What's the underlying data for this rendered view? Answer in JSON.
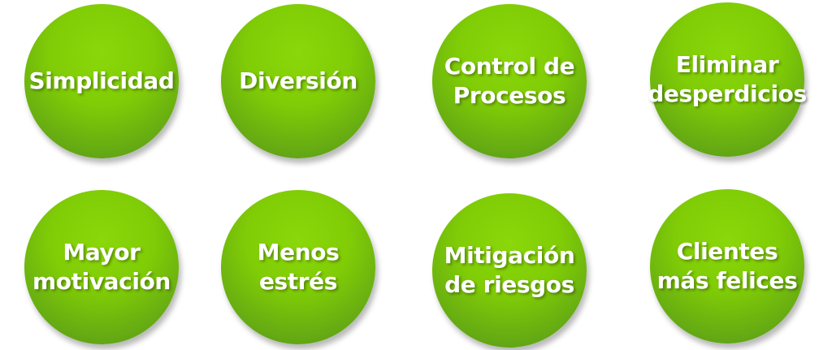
{
  "circles": [
    {
      "lines": [
        "Simplicidad"
      ]
    },
    {
      "lines": [
        "Diversión"
      ]
    },
    {
      "lines": [
        "Control de",
        "Procesos"
      ]
    },
    {
      "lines": [
        "Eliminar",
        "desperdicios"
      ]
    },
    {
      "lines": [
        "Mayor",
        "motivación"
      ]
    },
    {
      "lines": [
        "Menos",
        "estrés"
      ]
    },
    {
      "lines": [
        "Mitigación",
        "de riesgos"
      ]
    },
    {
      "lines": [
        "Clientes",
        "más felices"
      ]
    }
  ],
  "colors": {
    "circle_fill": "#80cc06",
    "circle_edge": "#4f8f1a",
    "text": "#ffffff",
    "background": "#ffffff"
  }
}
